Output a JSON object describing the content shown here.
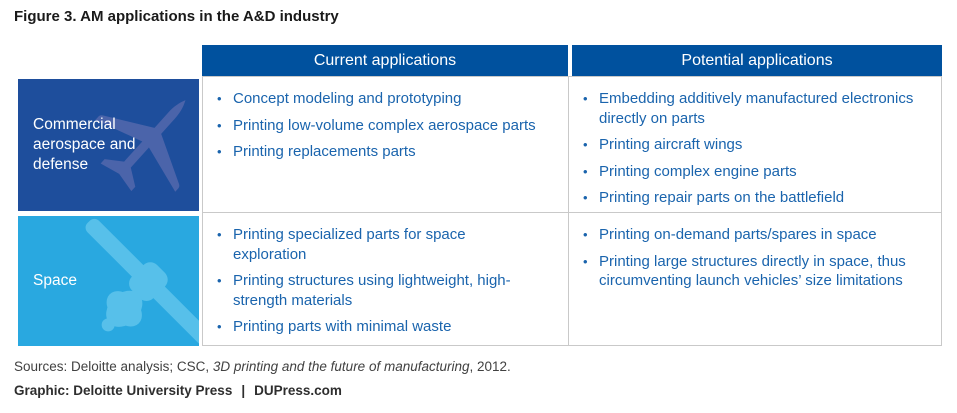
{
  "title": "Figure 3. AM applications in the A&D industry",
  "table": {
    "column_headers": [
      "Current applications",
      "Potential applications"
    ],
    "rows": [
      {
        "label": "Commercial aerospace and defense",
        "icon": "airplane-icon",
        "current": [
          "Concept modeling and prototyping",
          "Printing low-volume complex aerospace parts",
          "Printing replacements parts"
        ],
        "potential": [
          "Embedding additively manufactured electronics directly on parts",
          "Printing aircraft wings",
          "Printing complex engine parts",
          "Printing repair parts on the battlefield"
        ]
      },
      {
        "label": "Space",
        "icon": "satellite-icon",
        "current": [
          "Printing specialized parts for space exploration",
          "Printing structures using lightweight, high-strength materials",
          "Printing parts with minimal waste"
        ],
        "potential": [
          "Printing on-demand parts/spares in space",
          "Printing large structures directly in space, thus circumventing launch vehicles’ size limitations"
        ]
      }
    ]
  },
  "footer": {
    "sources_prefix": "Sources: Deloitte analysis; CSC, ",
    "sources_italic": "3D printing and the future of manufacturing",
    "sources_suffix": ", 2012.",
    "graphic_label": "Graphic: Deloitte University Press",
    "graphic_separator": "|",
    "graphic_site": "DUPress.com"
  },
  "bullet_glyph": "•",
  "colors": {
    "header_bar": "#00519e",
    "row1_bg": "#1e4e9c",
    "row1_icon": "#4b64aa",
    "row2_bg": "#29a8e0",
    "row2_icon": "#57c0ea",
    "bullet_text": "#1a64ad",
    "border": "#c9c9c9",
    "title_text": "#1a1a1a",
    "sources_text": "#414141"
  }
}
